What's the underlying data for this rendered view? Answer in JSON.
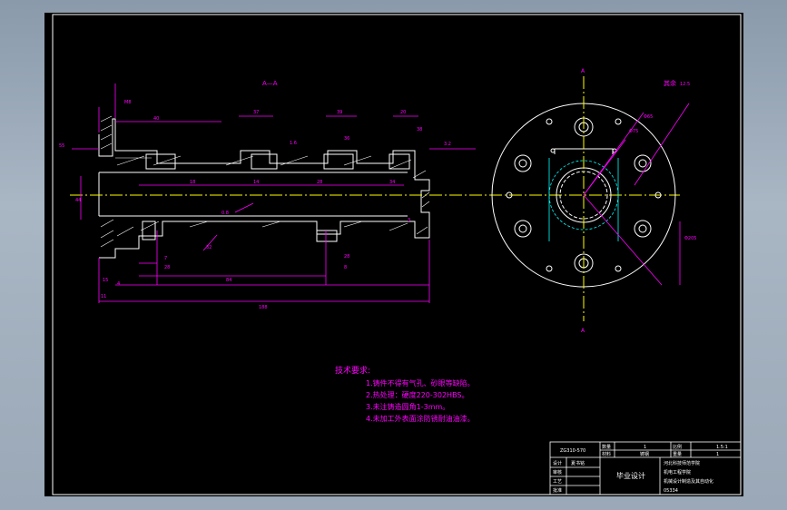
{
  "drawing": {
    "section_label": "A—A",
    "section_mark": "A",
    "roughness_note": "其余",
    "roughness_value": "12.5",
    "tech_title": "技术要求:",
    "tech_items": [
      "1.铸件不得有气孔、砂眼等缺陷。",
      "2.热处理：硬度220-302HBS。",
      "3.未注铸造圆角1-3mm。",
      "4.未加工外表面涂防锈耐油油漆。"
    ],
    "dims": [
      "40",
      "37",
      "39",
      "20",
      "18",
      "14",
      "1.6",
      "28",
      "84",
      "44",
      "55",
      "M8",
      "28",
      "3",
      "4",
      "3.2",
      "36",
      "11",
      "7",
      "28",
      "0.8",
      "34",
      "32",
      "8",
      "38",
      "15",
      "188",
      "Φ65",
      "Φ75",
      "Φ205"
    ]
  },
  "title_block": {
    "material_code": "ZG310-570",
    "drawn_label": "设计",
    "drawn_name": "夏书铭",
    "checked_label": "审核",
    "approved_label": "批准",
    "process_label": "工艺",
    "project": "毕业设计",
    "quantity_label": "数量",
    "quantity_value": "1",
    "material_label": "材料",
    "material_value": "铸钢",
    "scale_label": "比例",
    "scale_value": "1.5:1",
    "weight_label": "重量",
    "weight_value": "1",
    "school_line1": "河北科技师范学院",
    "school_line2": "机电工程学院",
    "school_line3": "机械设计制造及其自动化",
    "class_code": "05334"
  }
}
